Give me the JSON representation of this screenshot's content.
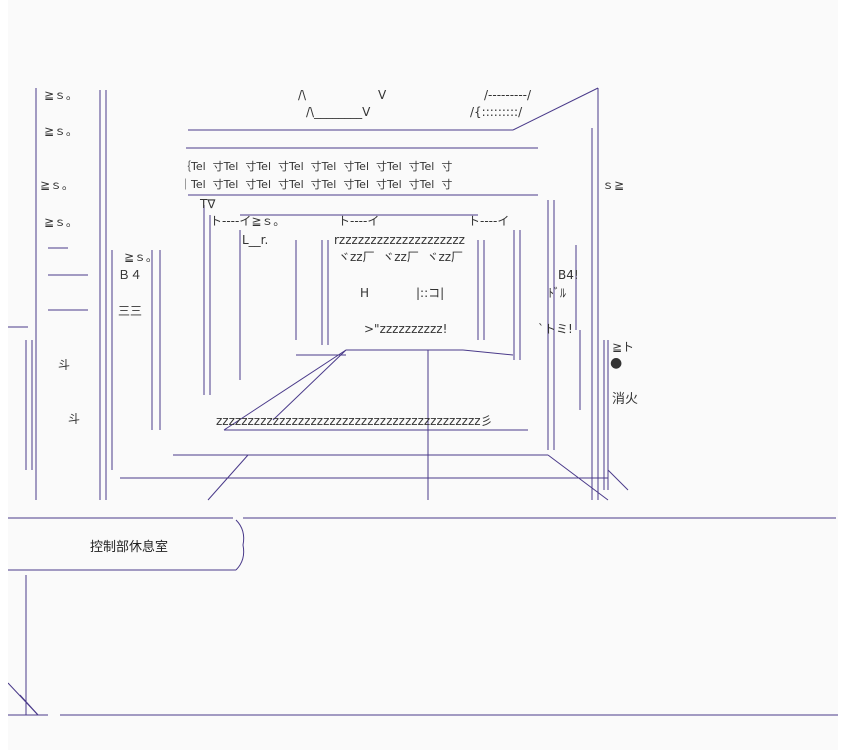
{
  "room_label": "控制部休息室",
  "texts": {
    "gl1": "≧ｓ｡",
    "gl2": "≧ｓ｡",
    "gl3": "≧ｓ｡",
    "gl4": "≧ｓ｡",
    "gl_right": "ｓ≧",
    "gl_door": "≧ｓ｡",
    "gl_lamp": "≧ト",
    "tel_row1": "｛Tel  寸Tel  寸Tel  寸Tel  寸Tel  寸Tel  寸Tel  寸Tel  寸",
    "tel_row2": "｜Tel  寸Tel  寸Tel  寸Tel  寸Tel  寸Tel  寸Tel  寸Tel  寸",
    "zzz_top": "rzzzzzzzzzzzzzzzzzzzz",
    "zzz_mid": ">\"zzzzzzzzzz!",
    "zzz_floor": "zzzzzzzzzzzzzzzzzzzzzzzzzzzzzzzzzzzzzzzzzz彡",
    "zz_row": "ヾzz厂  ヾzz厂  ヾzz厂",
    "b4_left": "Ｂ４",
    "b4_right": "B4!",
    "hydrant": "消火",
    "bullet": "●",
    "tomi": "`トミ!",
    "doru": "ﾄﾞﾙ",
    "equal_bars": "三三",
    "to_1": "ト----イ≧ｓ｡",
    "to_2": "ト----イ",
    "to_3": "ト----イ",
    "ln_r": "L__r.",
    "kana_1": "斗",
    "kana_2": "斗",
    "h_mark": "H",
    "box_mark": "|::コ|",
    "tv_1": "T∇",
    "top_lambda": "/\\",
    "top_v": "V",
    "top_lambda2": "/\\________V",
    "dash_right": "/---------/",
    "dots_right": "/{:::::::::/"
  },
  "colors": {
    "line": "#4a3a8a",
    "text": "#333333",
    "background": "#fafafa"
  }
}
